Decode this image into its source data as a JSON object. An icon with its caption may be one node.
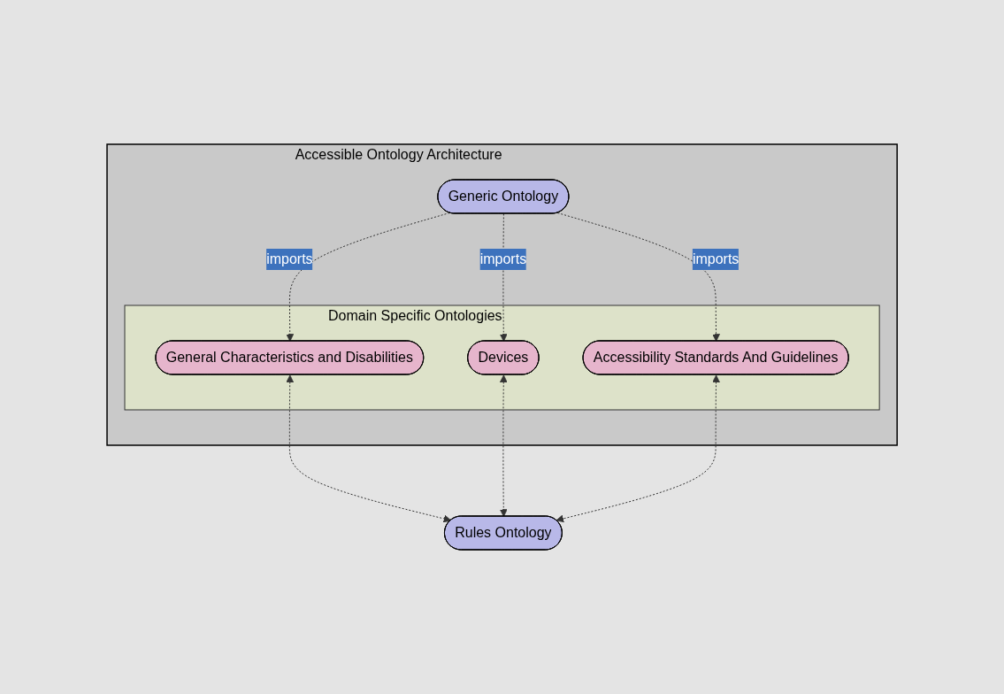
{
  "diagram": {
    "nodes": [
      {
        "text": [
          "Accessible Ontology Architecture"
        ]
      },
      {
        "text": [
          "Generic Ontology"
        ],
        "in": 0
      },
      {
        "text": [
          "Domain Specific Ontologies"
        ],
        "in": 0
      },
      {
        "text": [
          "General Characteristics and Disabilities"
        ],
        "in": 2
      },
      {
        "text": [
          "Devices"
        ],
        "in": 2
      },
      {
        "text": [
          "Accessibility Standards And Guidelines"
        ],
        "in": 2
      },
      {
        "text": [
          "Rules Ontology"
        ]
      }
    ],
    "edges": [
      {
        "from": 1,
        "to": 3,
        "arrow": "to",
        "label": "imports",
        "style": "dashed"
      },
      {
        "from": 1,
        "to": 4,
        "arrow": "to",
        "label": "imports",
        "style": "dashed"
      },
      {
        "from": 1,
        "to": 5,
        "arrow": "to",
        "label": "imports",
        "style": "dashed"
      },
      {
        "from": 3,
        "to": 6,
        "arrow": "both",
        "style": "dashed"
      },
      {
        "from": 4,
        "to": 6,
        "arrow": "both",
        "style": "dashed"
      },
      {
        "from": 5,
        "to": 6,
        "arrow": "both",
        "style": "dashed"
      }
    ]
  }
}
